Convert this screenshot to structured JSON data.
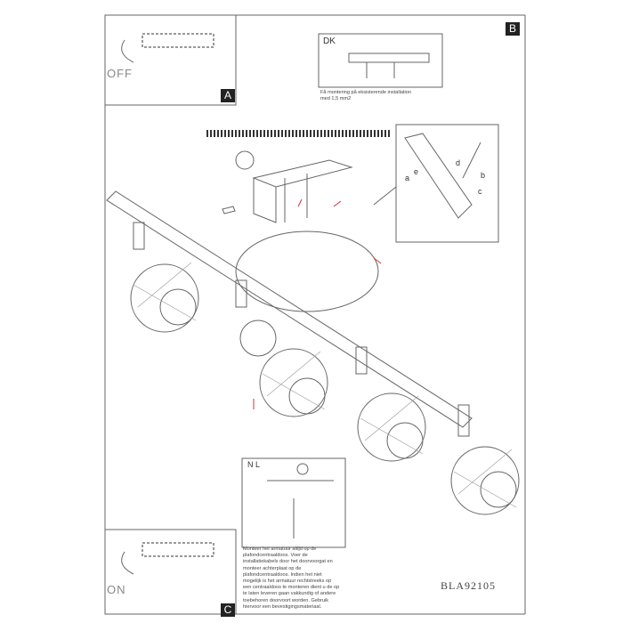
{
  "panels": {
    "a": {
      "label": "A",
      "switch_state": "OFF"
    },
    "b": {
      "label": "B",
      "country": "DK",
      "note": "Få montering på eksisterende installation med 1,5 mm2"
    },
    "c": {
      "label": "C",
      "switch_state": "ON"
    },
    "nl": {
      "country": "N L"
    }
  },
  "callouts": [
    "a",
    "b",
    "c",
    "d",
    "e"
  ],
  "instructions": "Monteer het armatuur altijd op de plafondcentraaldoos. Voer de installatiekabels door het doorvoorgat en monteer achterplaat op de plafondcentraaldoos. Indien het niet mogelijk is het armatuur rechtstreeks op een centraaldoos te monteren dient u de op te laten leveren gaan vakkundig of andere toebehoren doorvoort worden. Gebruik hiervoor een bevestigingsmateriaal.",
  "product_code": "BLA92105"
}
